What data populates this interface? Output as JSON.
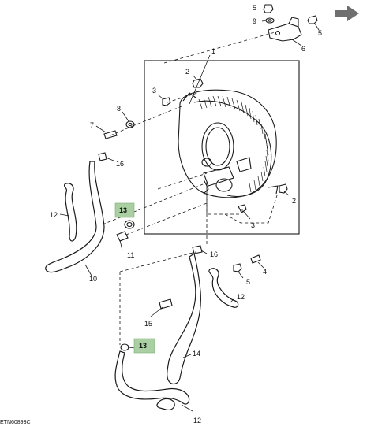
{
  "diagram": {
    "reference_code": "ETN60893C",
    "colors": {
      "highlight": "#a9cfa3",
      "line": "#1a1a1a",
      "nav_arrow": "#6f6f6f"
    },
    "nav_arrow_icon": "next-arrow-icon",
    "callouts": {
      "c1": "1",
      "c2a": "2",
      "c2b": "2",
      "c3a": "3",
      "c3b": "3",
      "c4": "4",
      "c5a": "5",
      "c5b": "5",
      "c5c": "5",
      "c6": "6",
      "c7": "7",
      "c8": "8",
      "c9": "9",
      "c10": "10",
      "c11": "11",
      "c12a": "12",
      "c12b": "12",
      "c12c": "12",
      "c13a": "13",
      "c13b": "13",
      "c14": "14",
      "c15": "15",
      "c16a": "16",
      "c16b": "16"
    }
  }
}
